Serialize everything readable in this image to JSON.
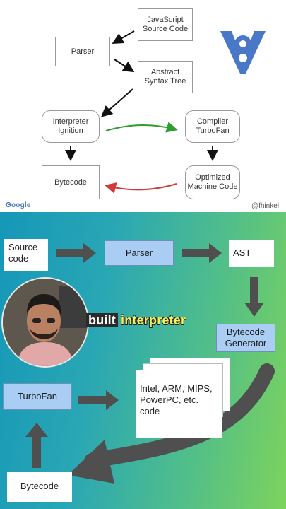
{
  "top_slide": {
    "nodes": {
      "js_source": "JavaScript\nSource Code",
      "parser": "Parser",
      "ast": "Abstract\nSyntax Tree",
      "interpreter": "Interpreter\nIgnition",
      "compiler": "Compiler\nTurboFan",
      "bytecode": "Bytecode",
      "optimized": "Optimized\nMachine Code"
    },
    "footer_left": "Google",
    "footer_right": "@fhinkel",
    "colors": {
      "optimize_arrow": "#2e9e2e",
      "deopt_arrow": "#d23a3a",
      "v8_logo": "#4a78c8"
    }
  },
  "bottom_slide": {
    "nodes": {
      "source": "Source\ncode",
      "parser": "Parser",
      "ast": "AST",
      "bytecode_generator": "Bytecode\nGenerator",
      "machine_code": "Intel, ARM, MIPS,\nPowerPC, etc.\ncode",
      "turbofan": "TurboFan",
      "bytecode": "Bytecode"
    },
    "caption": {
      "word1": "built",
      "word2": "interpreter"
    },
    "colors": {
      "box_fill": "#aacdf3",
      "arrow": "#4f4f4f",
      "caption_highlight": "#f3f25a"
    }
  }
}
